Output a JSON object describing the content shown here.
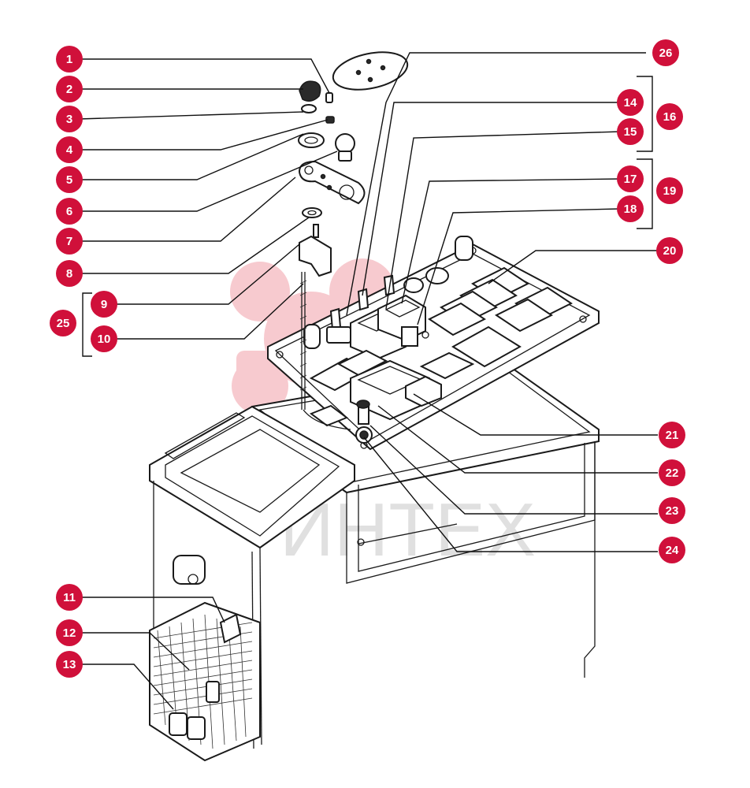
{
  "watermark": {
    "text": "ИНТЕХ"
  },
  "callouts": [
    {
      "label": "1"
    },
    {
      "label": "2"
    },
    {
      "label": "3"
    },
    {
      "label": "4"
    },
    {
      "label": "5"
    },
    {
      "label": "6"
    },
    {
      "label": "7"
    },
    {
      "label": "8"
    },
    {
      "label": "9"
    },
    {
      "label": "10"
    },
    {
      "label": "11"
    },
    {
      "label": "12"
    },
    {
      "label": "13"
    },
    {
      "label": "14"
    },
    {
      "label": "15"
    },
    {
      "label": "16"
    },
    {
      "label": "17"
    },
    {
      "label": "18"
    },
    {
      "label": "19"
    },
    {
      "label": "20"
    },
    {
      "label": "21"
    },
    {
      "label": "22"
    },
    {
      "label": "23"
    },
    {
      "label": "24"
    },
    {
      "label": "25"
    },
    {
      "label": "26"
    }
  ],
  "colors": {
    "callout": "#d0103a",
    "line": "#1a1a1a",
    "watermark": "#e8282833"
  }
}
